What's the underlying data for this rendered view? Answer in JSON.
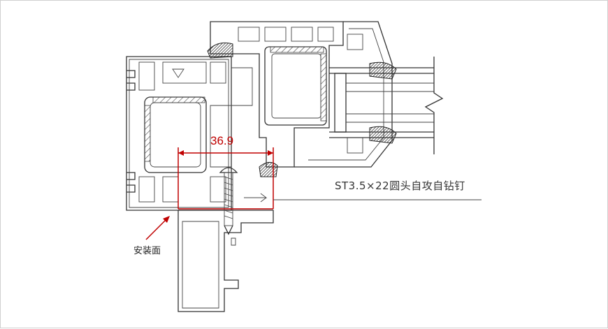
{
  "dimension": {
    "value": "36.9"
  },
  "callout": {
    "text": "ST3.5×22圆头自攻自钻钉"
  },
  "mount_label": {
    "text": "安装面"
  },
  "colors": {
    "dimension": "#c00000",
    "line": "#333333"
  }
}
